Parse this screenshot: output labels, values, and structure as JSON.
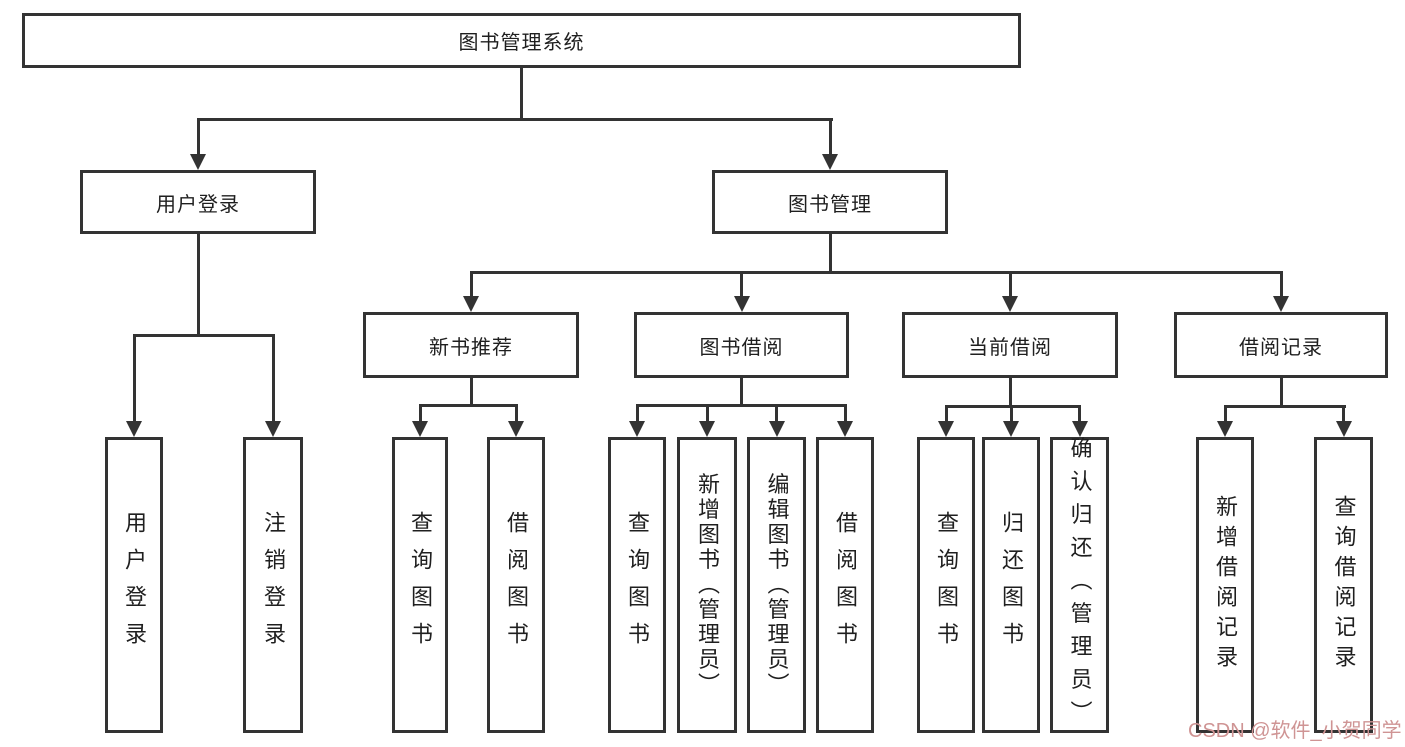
{
  "diagram": {
    "root": {
      "label": "图书管理系统"
    },
    "branches": [
      {
        "label": "用户登录",
        "children": [
          "用户登录",
          "注销登录"
        ]
      },
      {
        "label": "图书管理",
        "groups": [
          {
            "label": "新书推荐",
            "children": [
              "查询图书",
              "借阅图书"
            ]
          },
          {
            "label": "图书借阅",
            "children": [
              "查询图书",
              "新增图书（管理员）",
              "编辑图书（管理员）",
              "借阅图书"
            ]
          },
          {
            "label": "当前借阅",
            "children": [
              "查询图书",
              "归还图书",
              "确认归还（管理员）"
            ]
          },
          {
            "label": "借阅记录",
            "children": [
              "新增借阅记录",
              "查询借阅记录"
            ]
          }
        ]
      }
    ],
    "watermark": {
      "text": "CSDN @软件_小贺同学"
    },
    "colors": {
      "line": "#333333",
      "text": "#1f1f1f",
      "watermark": "#cf9494",
      "background": "#ffffff"
    }
  }
}
